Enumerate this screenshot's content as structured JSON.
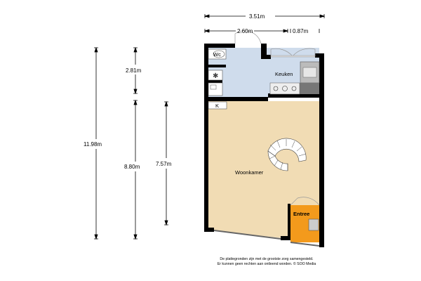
{
  "dimensions": {
    "total_width": "3.51m",
    "width_main": "2.60m",
    "width_side": "0.87m",
    "total_length": "11.98m",
    "kitchen_length": "2.81m",
    "living_length": "8.80m",
    "living_inner_length": "7.57m"
  },
  "rooms": {
    "kitchen": "Keuken",
    "living": "Woonkamer",
    "entrance": "Entree",
    "toilet": "Wc",
    "closet": "K"
  },
  "colors": {
    "kitchen": "#cfdcec",
    "living": "#f1dcb4",
    "entrance": "#f39a1c",
    "wall": "#000000"
  },
  "disclaimer": {
    "line1": "De plattegronden zijn met de grootste zorg samengesteld.",
    "line2": "Er kunnen geen rechten aan ontleend worden. © SOO Media"
  }
}
